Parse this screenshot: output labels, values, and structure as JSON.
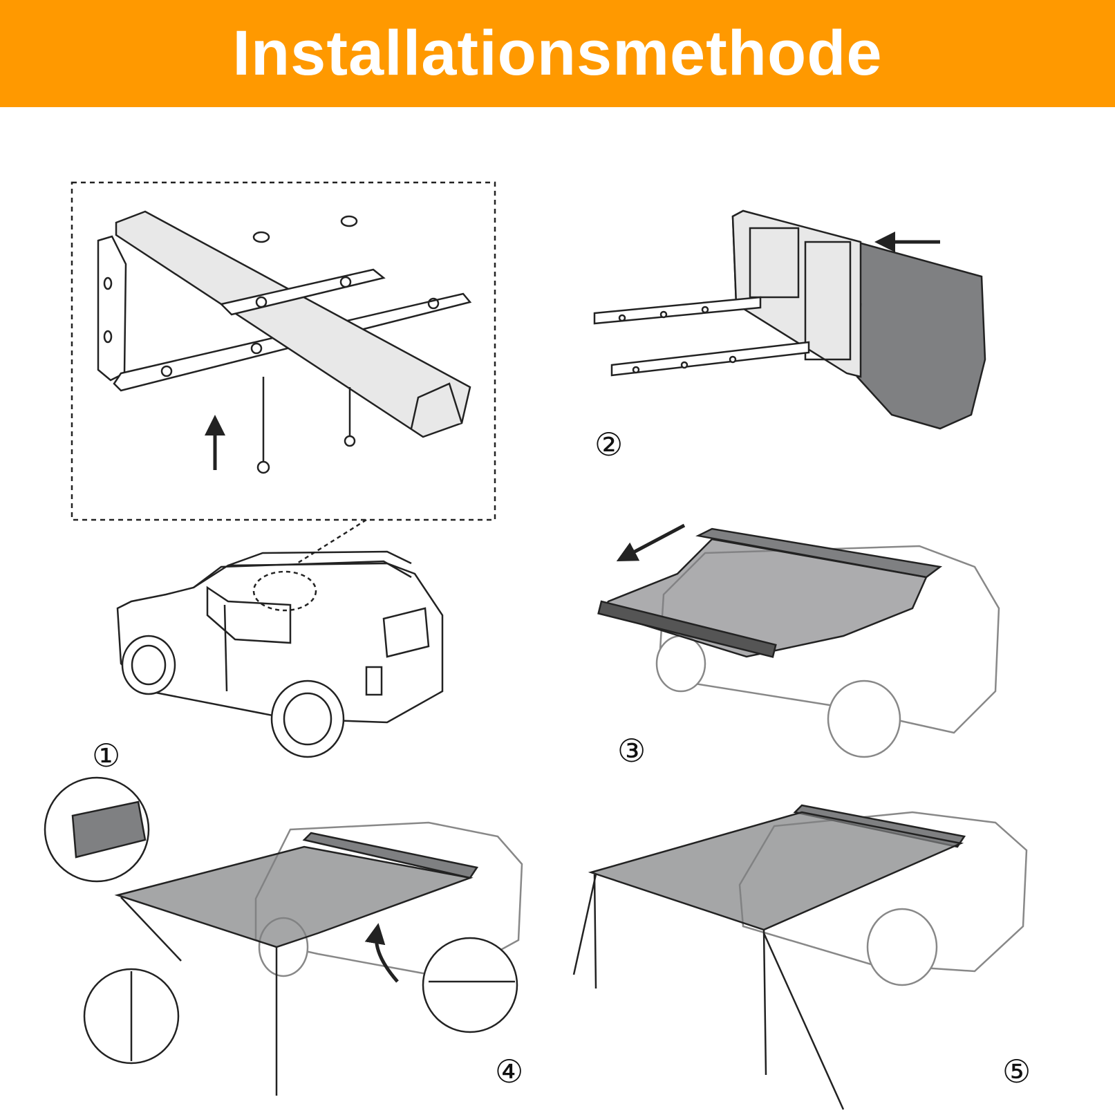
{
  "header": {
    "title": "Installationsmethode",
    "bg_color": "#FF9900",
    "text_color": "#FFFFFF"
  },
  "steps": [
    {
      "label": "①"
    },
    {
      "label": "②"
    },
    {
      "label": "③"
    },
    {
      "label": "④"
    },
    {
      "label": "⑤"
    }
  ],
  "colors": {
    "awning": "#7f8082",
    "line": "#222222",
    "bracket_fill": "#e8e8e8"
  },
  "icons": [
    "arrow-up-icon",
    "arrow-left-icon",
    "arrow-down-left-icon",
    "curved-arrow-icon"
  ]
}
